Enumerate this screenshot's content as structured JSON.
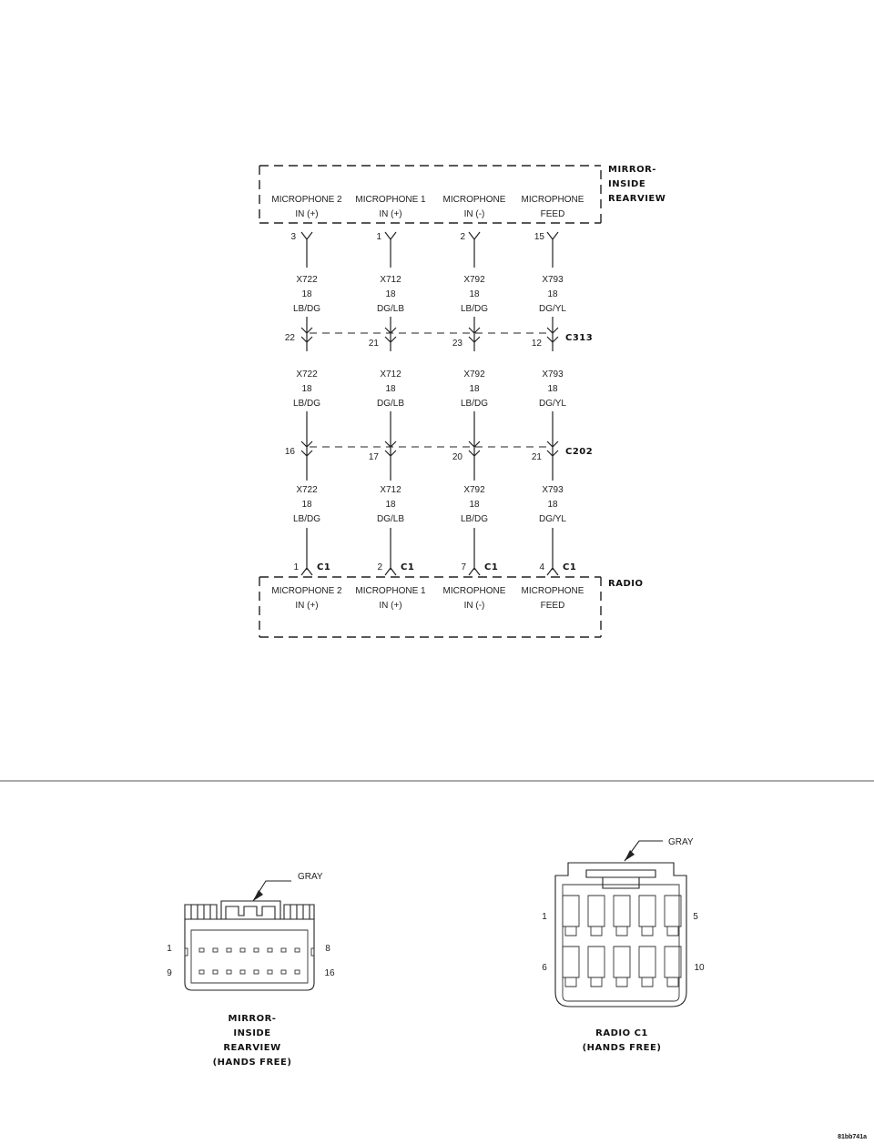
{
  "components": {
    "mirror": {
      "title": [
        "MIRROR-",
        "INSIDE",
        "REARVIEW"
      ]
    },
    "radio": {
      "title": "RADIO"
    }
  },
  "circuits": [
    {
      "func": [
        "MICROPHONE 2",
        "IN (+)"
      ],
      "mirror_pin": "3",
      "code": "X722",
      "gauge": "18",
      "color": "LB/DG",
      "c313_pin": "22",
      "c202_pin": "16",
      "radio_pin": "1",
      "radio_func": [
        "MICROPHONE 2",
        "IN (+)"
      ]
    },
    {
      "func": [
        "MICROPHONE 1",
        "IN (+)"
      ],
      "mirror_pin": "1",
      "code": "X712",
      "gauge": "18",
      "color": "DG/LB",
      "c313_pin": "21",
      "c202_pin": "17",
      "radio_pin": "2",
      "radio_func": [
        "MICROPHONE 1",
        "IN (+)"
      ]
    },
    {
      "func": [
        "MICROPHONE",
        "IN (-)"
      ],
      "mirror_pin": "2",
      "code": "X792",
      "gauge": "18",
      "color": "LB/DG",
      "c313_pin": "23",
      "c202_pin": "20",
      "radio_pin": "7",
      "radio_func": [
        "MICROPHONE",
        "IN (-)"
      ]
    },
    {
      "func": [
        "MICROPHONE",
        "FEED"
      ],
      "mirror_pin": "15",
      "code": "X793",
      "gauge": "18",
      "color": "DG/YL",
      "c313_pin": "12",
      "c202_pin": "21",
      "radio_pin": "4",
      "radio_func": [
        "MICROPHONE",
        "FEED"
      ]
    }
  ],
  "connectors": {
    "c313": "C313",
    "c202": "C202",
    "radio_connector": "C1"
  },
  "connector_views": {
    "mirror": {
      "color_label": "GRAY",
      "pins": [
        "1",
        "8",
        "9",
        "16"
      ],
      "caption": [
        "MIRROR-",
        "INSIDE",
        "REARVIEW",
        "(HANDS FREE)"
      ]
    },
    "radio": {
      "color_label": "GRAY",
      "pins": [
        "1",
        "5",
        "6",
        "10"
      ],
      "caption": [
        "RADIO C1",
        "(HANDS FREE)"
      ]
    }
  },
  "figure_id": "81bb741a"
}
